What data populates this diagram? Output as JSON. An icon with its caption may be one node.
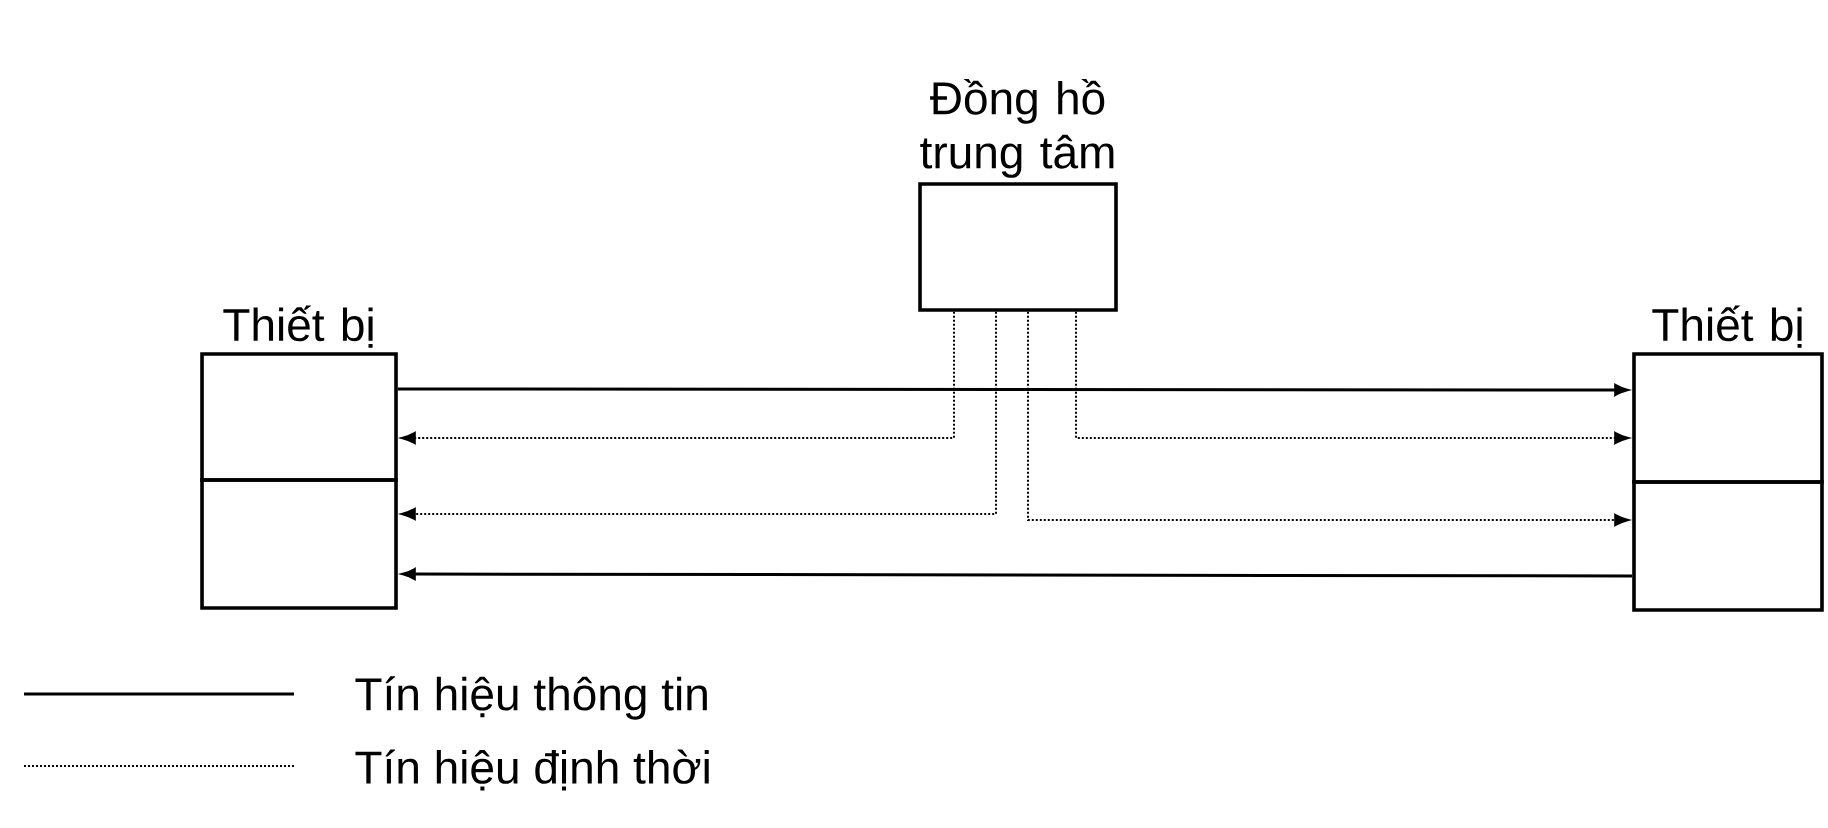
{
  "diagram": {
    "nodes": [
      {
        "text": [
          "Thiết bị"
        ]
      },
      {
        "text": [],
        "shape": "box"
      },
      {
        "text": [
          "Đồng hồ trung tâm"
        ]
      },
      {
        "text": [
          "Thiết bị"
        ]
      },
      {
        "text": [],
        "shape": "box"
      }
    ],
    "edges": [
      {
        "from": 0,
        "to": 3,
        "arrow": "to"
      },
      {
        "from": 2,
        "to": 0,
        "arrow": "to",
        "style": "dashed"
      },
      {
        "from": 2,
        "to": 3,
        "arrow": "to",
        "style": "dashed"
      },
      {
        "from": 2,
        "to": 1,
        "arrow": "to",
        "style": "dashed"
      },
      {
        "from": 2,
        "to": 4,
        "arrow": "to",
        "style": "dashed"
      },
      {
        "from": 4,
        "to": 1,
        "arrow": "to"
      }
    ],
    "legend": [
      {
        "text": "Tín hiệu thông tin"
      },
      {
        "text": "Tín hiệu định thời"
      }
    ]
  }
}
